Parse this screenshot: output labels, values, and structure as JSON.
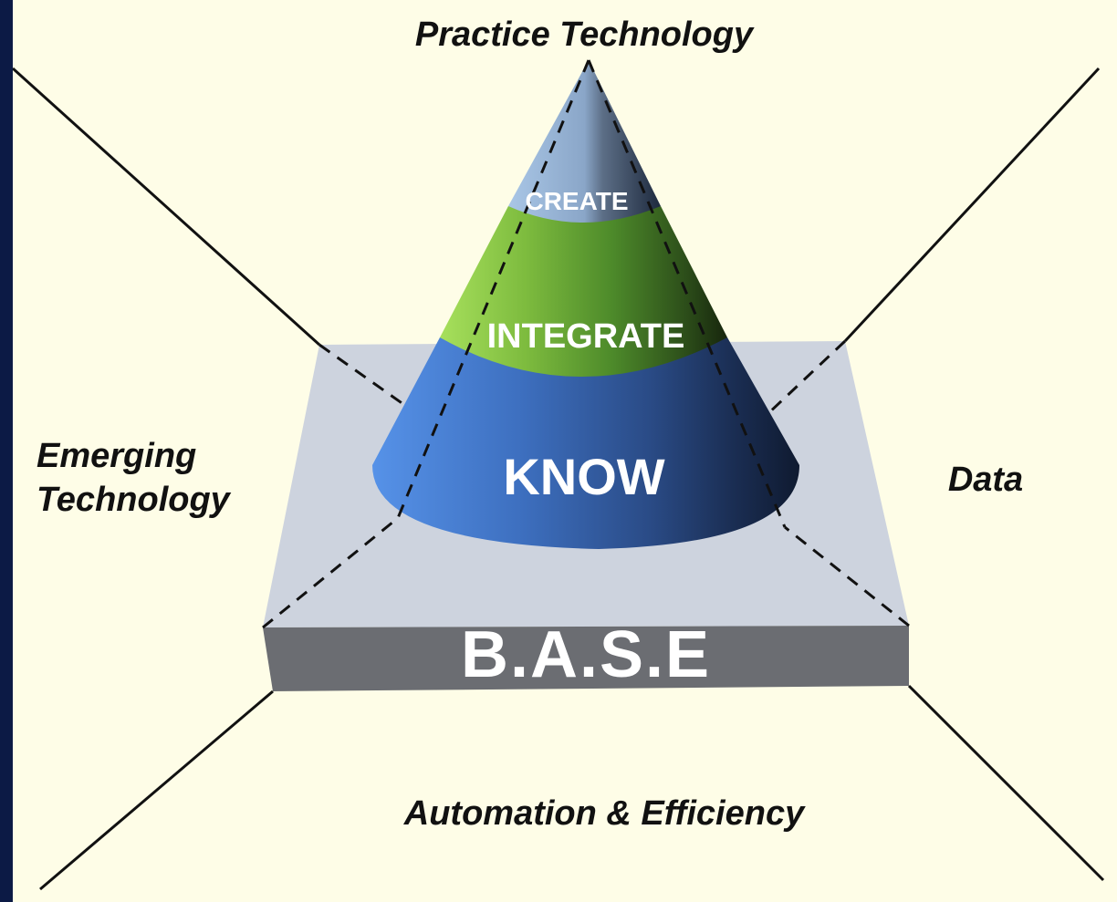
{
  "quadrants": {
    "top": "Practice Technology",
    "left_line1": "Emerging",
    "left_line2": "Technology",
    "right": "Data",
    "bottom": "Automation & Efficiency"
  },
  "cone": {
    "top_band": "CREATE",
    "middle_band": "INTEGRATE",
    "bottom_band": "KNOW"
  },
  "base": {
    "label": "B.A.S.E"
  },
  "colors": {
    "background": "#fefde7",
    "frame": "#0c1a45",
    "create": "#9bb8d9",
    "integrate": "#6fa83a",
    "know": "#3f74c4",
    "base_top": "#cdd3de",
    "base_front": "#6b6d72"
  }
}
